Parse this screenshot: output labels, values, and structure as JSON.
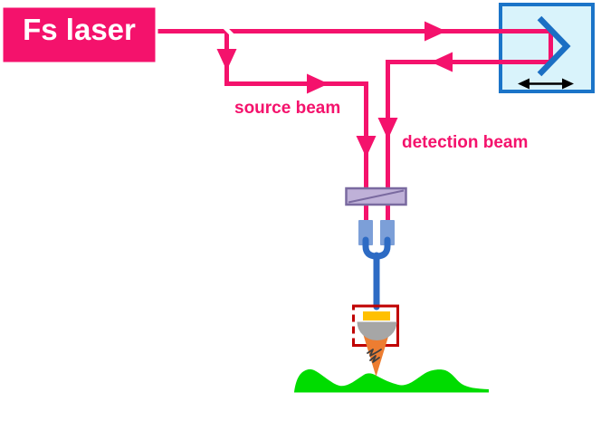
{
  "labels": {
    "laser": "Fs laser",
    "source_beam": "source beam",
    "detection_beam": "detection beam"
  },
  "colors": {
    "background": "#ffffff",
    "beam_pink": "#f4126c",
    "laser_fill": "#f4126c",
    "laser_border": "#ffffff",
    "laser_text": "#ffffff",
    "beamsplitter_white": "#ffffff",
    "delay_fill": "#d9f3fb",
    "delay_border": "#1b74c8",
    "retroreflector_blue": "#1b6fc4",
    "translation_black": "#000000",
    "filter_fill": "#bfb1d8",
    "filter_border": "#7a6aa0",
    "coupler_blue": "#7c9fd8",
    "fiber_blue": "#2d6bc4",
    "probe_box_red": "#c00000",
    "mount_gold": "#ffc000",
    "lens_gray": "#a6a6a6",
    "tip_orange": "#ed7d31",
    "tip_arrow_dark": "#3f3f3f",
    "sample_green": "#00dc00"
  },
  "components": [
    "fs-laser",
    "beamsplitter",
    "delay-stage-retroreflector",
    "translation-arrow",
    "source-beam",
    "detection-beam",
    "optical-filter",
    "fiber-coupler-pair",
    "fiber-y-combiner",
    "probe-head",
    "probe-lens",
    "probe-tip",
    "sample-surface"
  ]
}
